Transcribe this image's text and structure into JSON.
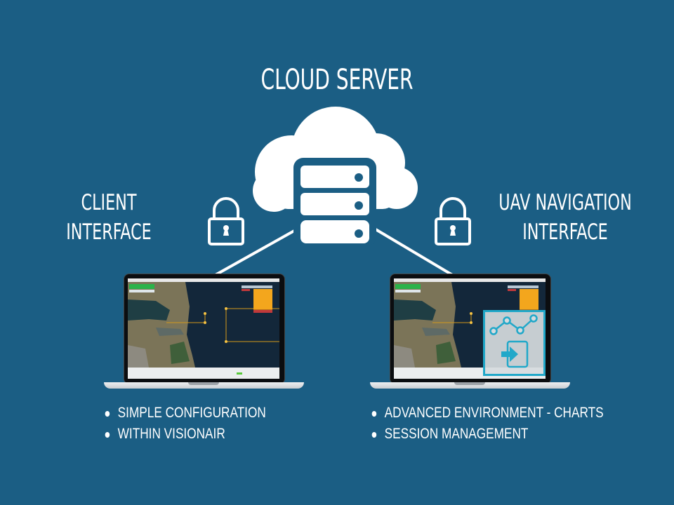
{
  "diagram": {
    "title": "CLOUD SERVER",
    "background_color": "#1b5e84",
    "accent_color": "#21a8c9",
    "nodes": {
      "server": {
        "label": "CLOUD SERVER",
        "icon": "cloud-server-icon"
      },
      "client": {
        "title_line1": "CLIENT",
        "title_line2": "INTERFACE",
        "lock_icon": "padlock-icon",
        "bullets": [
          "SIMPLE CONFIGURATION",
          "WITHIN VISIONAIR"
        ]
      },
      "uav": {
        "title_line1": "UAV NAVIGATION",
        "title_line2": "INTERFACE",
        "lock_icon": "padlock-icon",
        "overlay_icons": [
          "line-chart-icon",
          "sign-in-icon"
        ],
        "bullets": [
          "ADVANCED ENVIRONMENT - CHARTS",
          "SESSION MANAGEMENT"
        ]
      }
    },
    "edges": [
      {
        "from": "server",
        "to": "client",
        "secured": true
      },
      {
        "from": "server",
        "to": "uav",
        "secured": true
      }
    ]
  }
}
